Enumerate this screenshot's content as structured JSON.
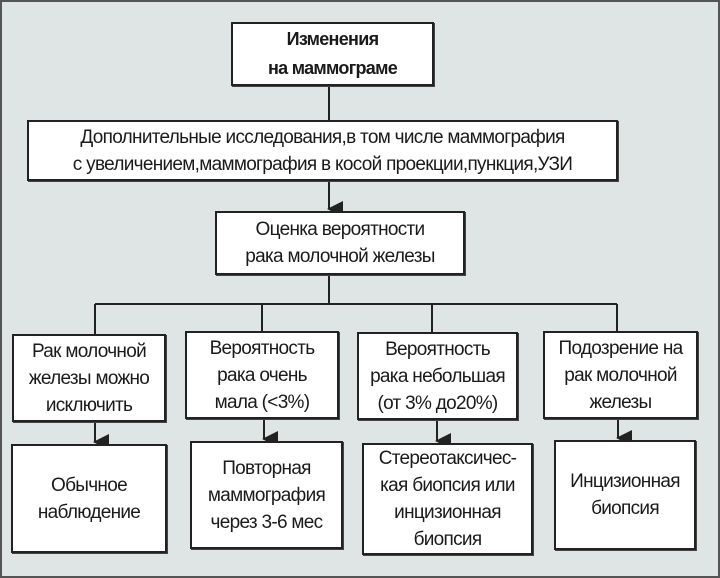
{
  "title": [
    "Изменения",
    "на маммограме"
  ],
  "step2": [
    "Дополнительные исследования,в том числе маммография",
    "с увеличением,маммография в косой проекции,пункция,УЗИ"
  ],
  "step3": [
    "Оценка вероятности",
    "рака молочной железы"
  ],
  "branches": [
    {
      "condition": [
        "Рак молочной",
        "железы можно",
        "исключить"
      ],
      "action": [
        "Обычное",
        "наблюдение"
      ]
    },
    {
      "condition": [
        "Вероятность",
        "рака очень",
        "мала (<3%)"
      ],
      "action": [
        "Повторная",
        "маммография",
        "через 3-6 мес"
      ]
    },
    {
      "condition": [
        "Вероятность",
        "рака небольшая",
        "(от 3% до20%)"
      ],
      "action": [
        "Стереотаксичес-",
        "кая биопсия или",
        "инцизионная",
        "биопсия"
      ]
    },
    {
      "condition": [
        "Подозрение на",
        "рак молочной",
        "железы"
      ],
      "action": [
        "Инцизионная",
        "биопсия"
      ]
    }
  ]
}
